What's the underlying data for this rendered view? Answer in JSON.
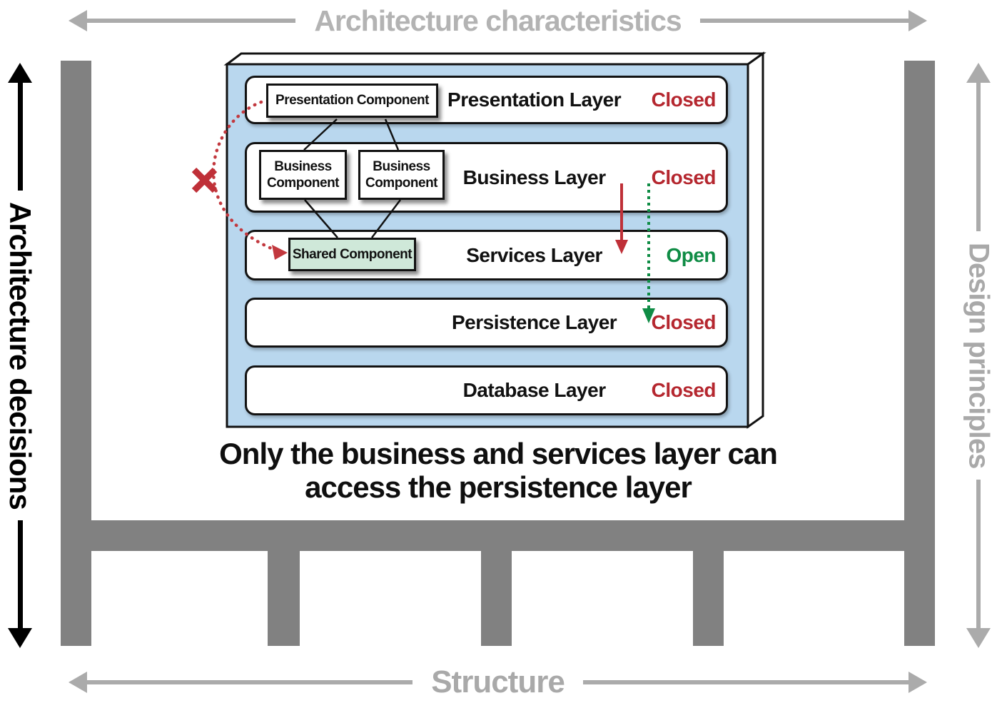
{
  "titles": {
    "top": "Architecture characteristics",
    "bottom": "Structure",
    "left": "Architecture decisions",
    "right": "Design principles"
  },
  "caption": {
    "line1": "Only the business and services layer can",
    "line2": "access the persistence layer"
  },
  "panel": {
    "layers": [
      {
        "name": "Presentation Layer",
        "status": "Closed"
      },
      {
        "name": "Business Layer",
        "status": "Closed"
      },
      {
        "name": "Services Layer",
        "status": "Open"
      },
      {
        "name": "Persistence Layer",
        "status": "Closed"
      },
      {
        "name": "Database Layer",
        "status": "Closed"
      }
    ],
    "components": {
      "presentation": "Presentation Component",
      "business_left": "Business Component",
      "business_right": "Business Component",
      "shared": "Shared Component"
    }
  },
  "colors": {
    "closed_red": "#b5272f",
    "open_green": "#0f8c45",
    "accent_red": "#c2383e",
    "panel_blue": "#b9d7ee",
    "shared_green_fill": "#cfe8d9",
    "frame_gray": "#818181",
    "arrow_gray": "#ababab"
  }
}
